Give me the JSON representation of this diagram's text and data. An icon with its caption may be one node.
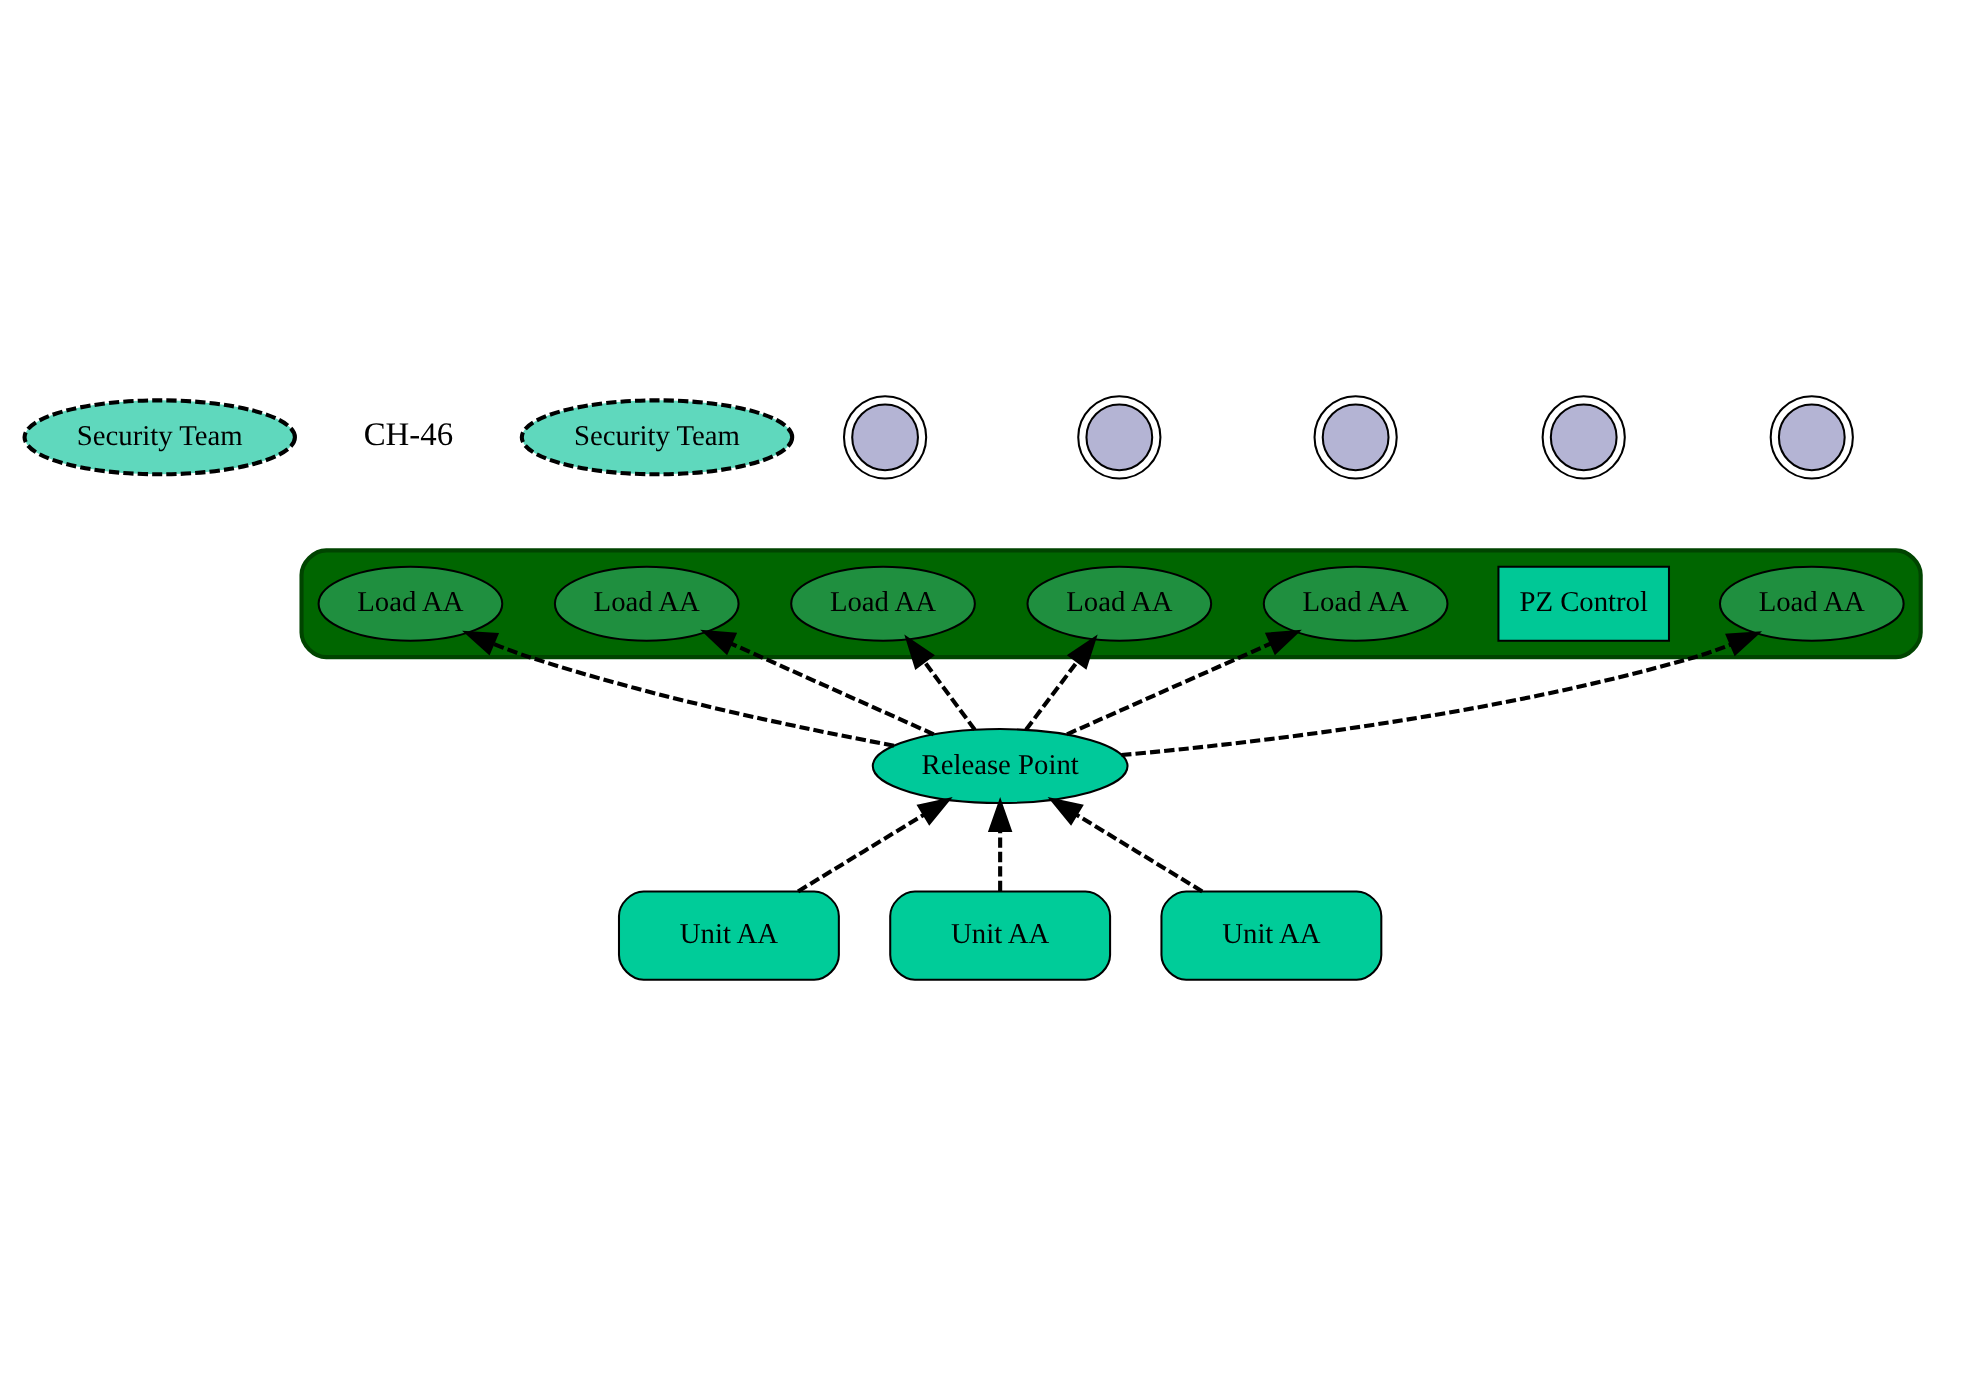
{
  "diagram": {
    "nodes": [
      {
        "text": [
          "Security Team"
        ]
      },
      {
        "text": [
          "Security Team"
        ]
      },
      {
        "text": [],
        "shape": "circle"
      },
      {
        "text": [],
        "shape": "circle"
      },
      {
        "text": [],
        "shape": "circle"
      },
      {
        "text": [],
        "shape": "circle"
      },
      {
        "text": [],
        "shape": "circle"
      },
      {
        "text": [],
        "shape": "cloud"
      },
      {
        "text": [
          "Load AA"
        ],
        "in": 7
      },
      {
        "text": [
          "Load AA"
        ],
        "in": 7
      },
      {
        "text": [
          "Load AA"
        ],
        "in": 7
      },
      {
        "text": [
          "Load AA"
        ],
        "in": 7
      },
      {
        "text": [
          "Load AA"
        ],
        "in": 7
      },
      {
        "text": [
          "PZ Control"
        ],
        "in": 7
      },
      {
        "text": [
          "Load AA"
        ],
        "in": 7
      },
      {
        "text": [
          "Release Point"
        ]
      },
      {
        "text": [
          "Unit AA"
        ]
      },
      {
        "text": [
          "Unit AA"
        ]
      },
      {
        "text": [
          "Unit AA"
        ]
      }
    ],
    "edges": [
      {
        "from": 15,
        "to": 8,
        "arrow": "to",
        "style": "dashed"
      },
      {
        "from": 15,
        "to": 9,
        "arrow": "to",
        "style": "dashed"
      },
      {
        "from": 15,
        "to": 10,
        "arrow": "to",
        "style": "dashed"
      },
      {
        "from": 15,
        "to": 11,
        "arrow": "to",
        "style": "dashed"
      },
      {
        "from": 15,
        "to": 12,
        "arrow": "to",
        "style": "dashed"
      },
      {
        "from": 15,
        "to": 14,
        "arrow": "to",
        "style": "dashed"
      },
      {
        "from": 16,
        "to": 15,
        "arrow": "to",
        "style": "dashed"
      },
      {
        "from": 17,
        "to": 15,
        "arrow": "to",
        "style": "dashed"
      },
      {
        "from": 18,
        "to": 15,
        "arrow": "to",
        "style": "dashed"
      }
    ],
    "labels": [
      "CH-46"
    ]
  }
}
